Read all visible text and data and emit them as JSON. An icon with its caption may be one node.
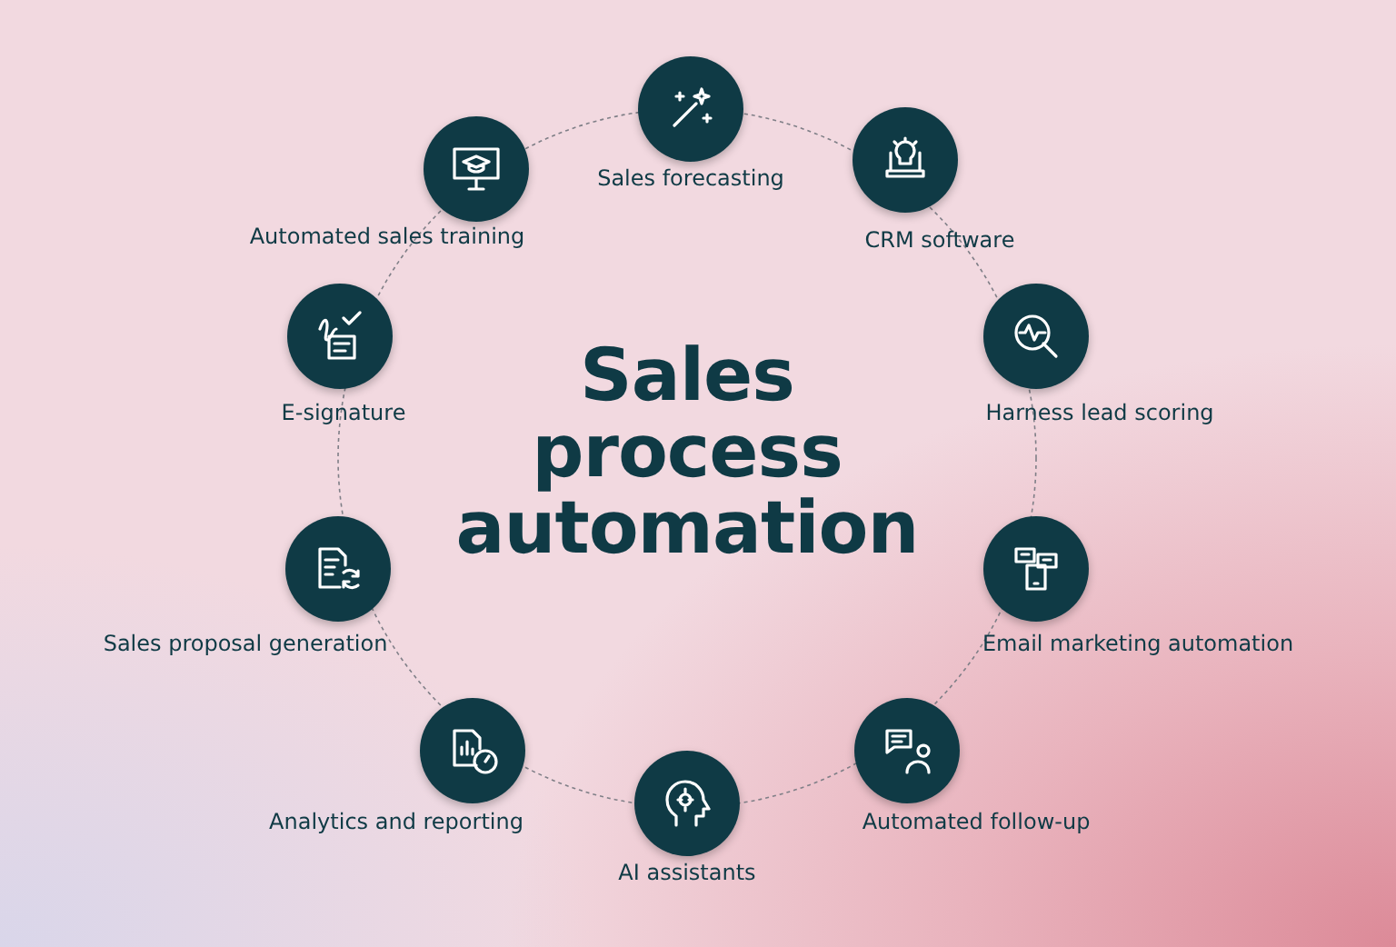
{
  "diagram": {
    "title": "Sales process automation",
    "nodes": [
      {
        "text": [
          "Sales forecasting"
        ]
      },
      {
        "text": [
          "CRM software"
        ]
      },
      {
        "text": [
          "Harness lead scoring"
        ]
      },
      {
        "text": [
          "Email marketing automation"
        ]
      },
      {
        "text": [
          "Automated follow-up"
        ]
      },
      {
        "text": [
          "AI assistants"
        ]
      },
      {
        "text": [
          "Analytics and reporting"
        ]
      },
      {
        "text": [
          "Sales proposal generation"
        ]
      },
      {
        "text": [
          "E-signature"
        ]
      },
      {
        "text": [
          "Automated sales training"
        ]
      }
    ]
  }
}
